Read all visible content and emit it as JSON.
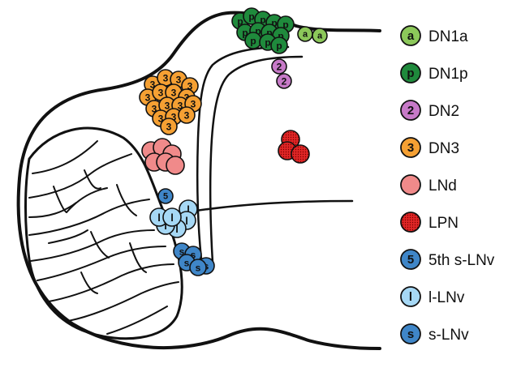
{
  "clusters": {
    "DN1a": {
      "label": "a",
      "fill": "#8cc85a",
      "display": "DN1a"
    },
    "DN1p": {
      "label": "p",
      "fill": "#1f8a3c",
      "display": "DN1p"
    },
    "DN2": {
      "label": "2",
      "fill": "#c77ac8",
      "display": "DN2"
    },
    "DN3": {
      "label": "3",
      "fill": "#f5a033",
      "display": "DN3"
    },
    "LNd": {
      "label": "",
      "fill": "#f08a8a",
      "display": "LNd"
    },
    "LPN": {
      "label": "",
      "fill": "#e02626",
      "display": "LPN"
    },
    "5thsLNv": {
      "label": "5",
      "fill": "#3f86c8",
      "display": "5th s-LNv"
    },
    "lLNv": {
      "label": "l",
      "fill": "#a6d8f5",
      "display": "l-LNv"
    },
    "sLNv": {
      "label": "s",
      "fill": "#3f86c8",
      "display": "s-LNv"
    }
  },
  "legend": [
    "DN1a",
    "DN1p",
    "DN2",
    "DN3",
    "LNd",
    "LPN",
    "5thsLNv",
    "lLNv",
    "sLNv"
  ],
  "colors": {
    "outline": "#111111",
    "lpn_dots": "#7a0000"
  }
}
